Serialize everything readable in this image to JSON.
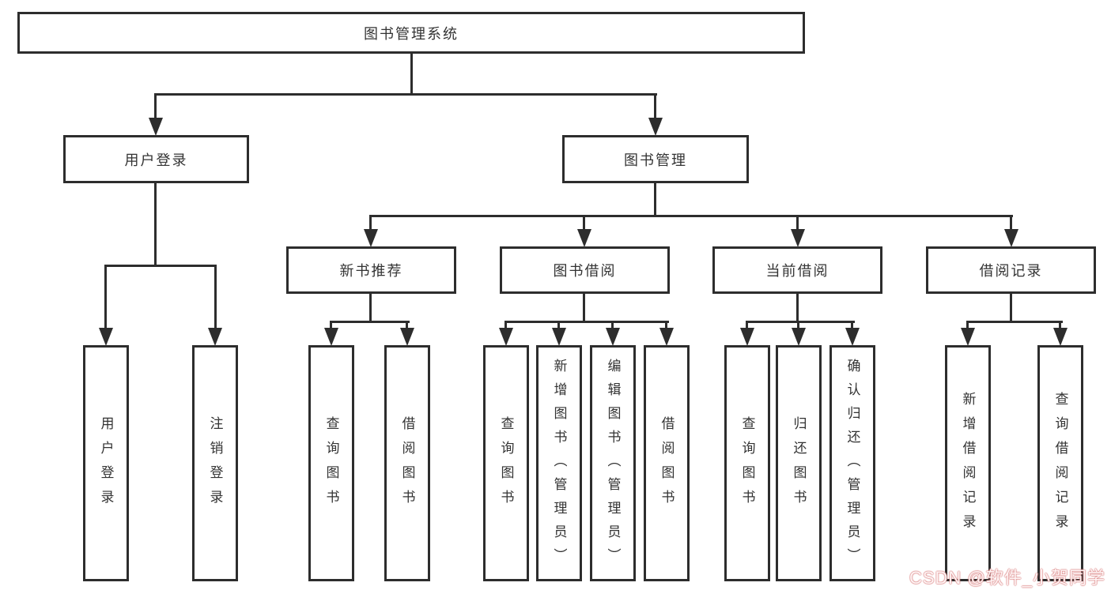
{
  "tree": {
    "root": {
      "label": "图书管理系统"
    },
    "branches": [
      {
        "label": "用户登录",
        "children": [
          {
            "label": "用户登录"
          },
          {
            "label": "注销登录"
          }
        ]
      },
      {
        "label": "图书管理",
        "children": [
          {
            "label": "新书推荐",
            "children": [
              {
                "label": "查询图书"
              },
              {
                "label": "借阅图书"
              }
            ]
          },
          {
            "label": "图书借阅",
            "children": [
              {
                "label": "查询图书"
              },
              {
                "label": "新增图书（管理员）"
              },
              {
                "label": "编辑图书（管理员）"
              },
              {
                "label": "借阅图书"
              }
            ]
          },
          {
            "label": "当前借阅",
            "children": [
              {
                "label": "查询图书"
              },
              {
                "label": "归还图书"
              },
              {
                "label": "确认归还（管理员）"
              }
            ]
          },
          {
            "label": "借阅记录",
            "children": [
              {
                "label": "新增借阅记录"
              },
              {
                "label": "查询借阅记录"
              }
            ]
          }
        ]
      }
    ]
  },
  "watermark": {
    "text": "CSDN @软件_小贺同学"
  }
}
